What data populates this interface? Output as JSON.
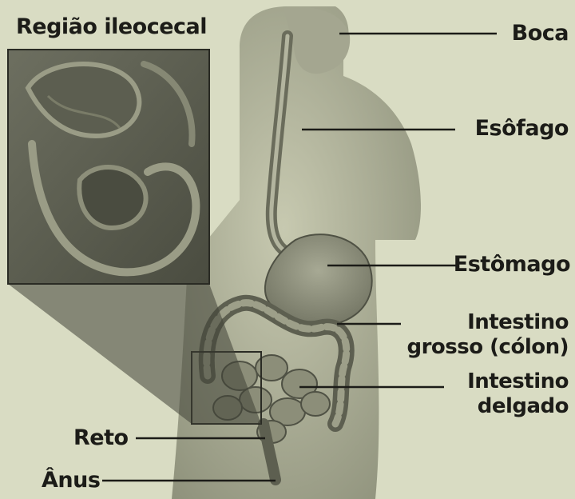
{
  "inset": {
    "title": "Região ileocecal"
  },
  "labels": {
    "boca": "Boca",
    "esofago": "Esôfago",
    "estomago": "Estômago",
    "intestino_grosso": [
      "Intestino",
      "grosso (cólon)"
    ],
    "intestino_delgado": [
      "Intestino",
      "delgado"
    ],
    "reto": "Reto",
    "anus": "Ânus"
  },
  "colors": {
    "background": "#d9dcc3",
    "leader_line": "#1c1c18",
    "text": "#1c1c18"
  }
}
